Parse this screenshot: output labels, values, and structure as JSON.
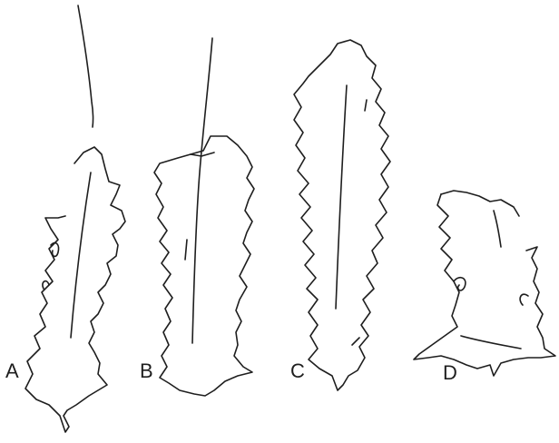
{
  "figure": {
    "panels": [
      {
        "id": "A",
        "label": "A"
      },
      {
        "id": "B",
        "label": "B"
      },
      {
        "id": "C",
        "label": "C"
      },
      {
        "id": "D",
        "label": "D"
      }
    ],
    "colors": {
      "line": "#1e1e1e",
      "background": "#ffffff"
    }
  }
}
